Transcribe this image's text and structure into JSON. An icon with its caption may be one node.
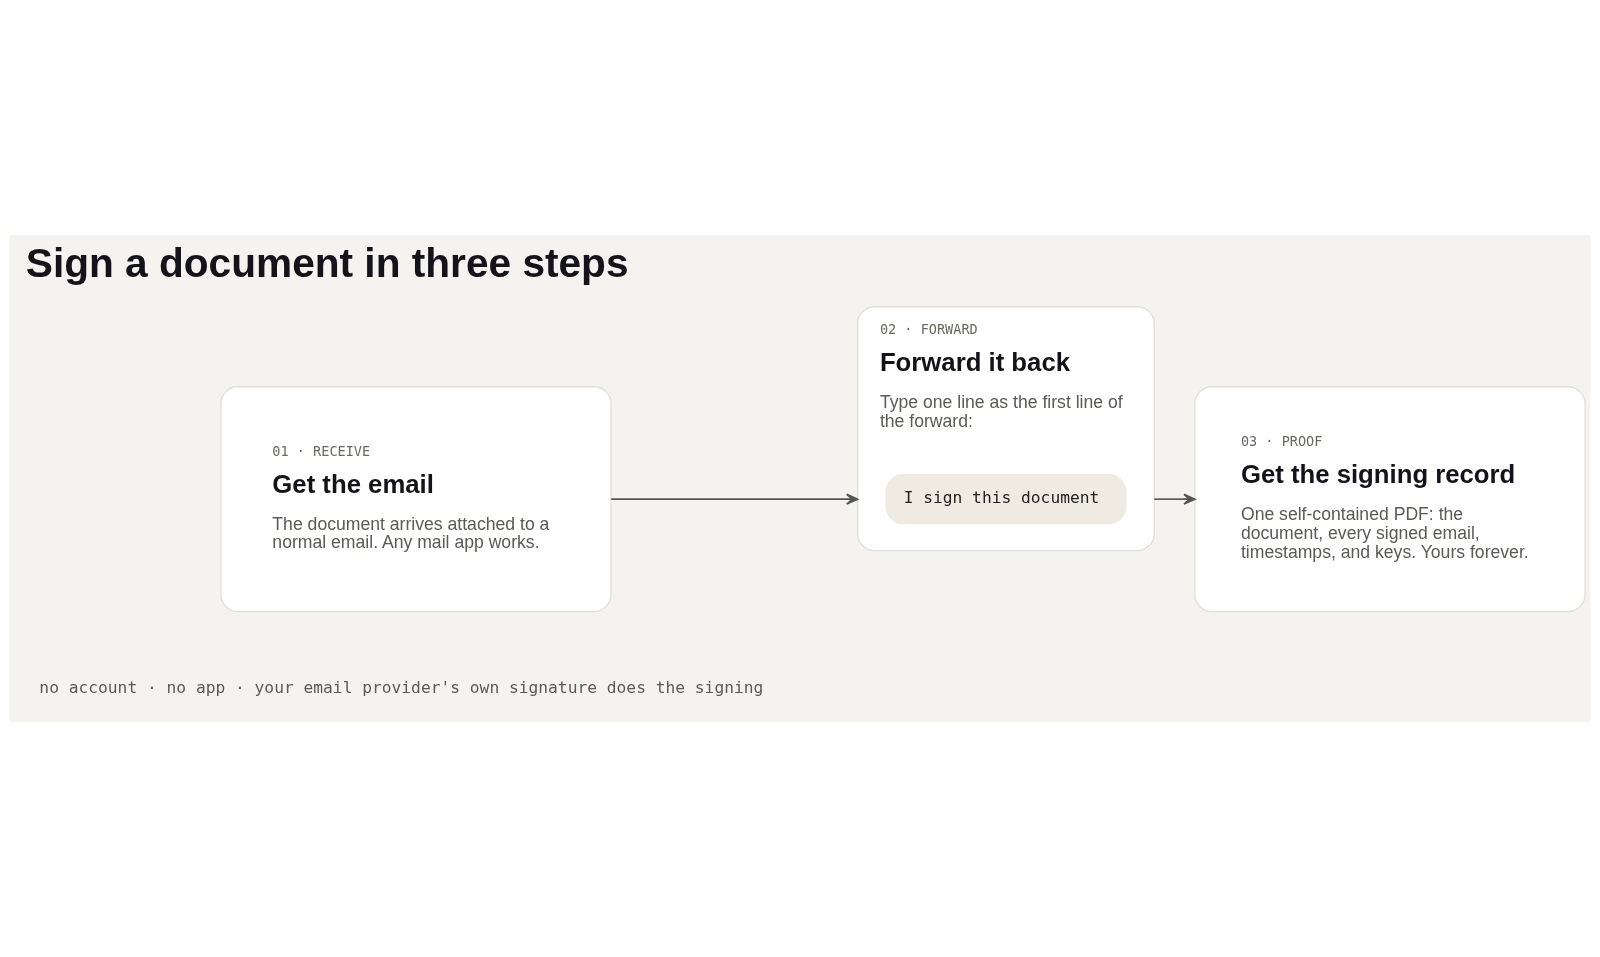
{
  "diagram": {
    "title": "Sign a document in three steps",
    "nodes": [
      {
        "text": [
          "01 · RECEIVE",
          "Get the email",
          "The document arrives attached to a normal email. Any mail app works."
        ]
      },
      {
        "text": [
          "02 · FORWARD",
          "Forward it back",
          "Type one line as the first line of the forward:"
        ]
      },
      {
        "text": [
          "I sign this document"
        ],
        "in": 1
      },
      {
        "text": [
          "03 · PROOF",
          "Get the signing record",
          "One self-contained PDF: the document, every signed email, timestamps, and keys. Yours forever."
        ]
      }
    ],
    "edges": [
      {
        "from": 0,
        "to": 1,
        "arrow": "to"
      },
      {
        "from": 1,
        "to": 3,
        "arrow": "to"
      }
    ],
    "labels": [
      "no account · no app · your email provider's own signature does the signing"
    ]
  }
}
